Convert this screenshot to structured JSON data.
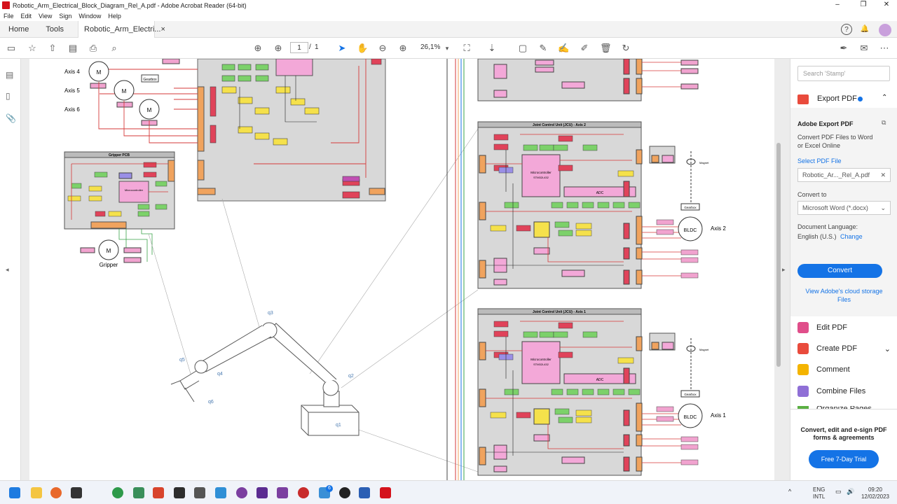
{
  "window": {
    "title": "Robotic_Arm_Electrical_Block_Diagram_Rel_A.pdf - Adobe Acrobat Reader (64-bit)"
  },
  "menu": [
    "File",
    "Edit",
    "View",
    "Sign",
    "Window",
    "Help"
  ],
  "tabs": {
    "home": "Home",
    "tools": "Tools",
    "doc": "Robotic_Arm_Electri...",
    "close": "×"
  },
  "toolbar": {
    "page_current": "1",
    "page_sep": "/",
    "page_total": "1",
    "zoom": "26,1%"
  },
  "diagram": {
    "axis_labels": [
      "Axis 4",
      "Axis 5",
      "Axis 6"
    ],
    "gripper_pcb": "Gripper PCB",
    "gripper": "Gripper",
    "motor": "M",
    "gearbox": "Gearbox",
    "bldc": "BLDC",
    "axis2": "Axis 2",
    "axis1": "Axis 1",
    "jcu2": "Joint Control Unit (JCU) - Axis 2",
    "jcu1": "Joint Control Unit (JCU) - Axis 1",
    "mcu": "Microcontroller",
    "mcu_part": "STM32L432",
    "adc": "ADC",
    "magnet": "Magnet",
    "arm_labels": {
      "q1": "q1",
      "q2": "q2",
      "q3": "q3",
      "q4": "q4",
      "q5": "q5",
      "q6": "q6"
    }
  },
  "panel": {
    "search_placeholder": "Search 'Stamp'",
    "export_title": "Export PDF",
    "adobe_export": "Adobe Export PDF",
    "desc1": "Convert PDF Files to Word",
    "desc2": "or Excel Online",
    "select_file": "Select PDF File",
    "file_name": "Robotic_Ar..._Rel_A.pdf",
    "convert_to": "Convert to",
    "format": "Microsoft Word (*.docx)",
    "doc_lang": "Document Language:",
    "lang": "English (U.S.)",
    "change": "Change",
    "convert_btn": "Convert",
    "cloud1": "View Adobe's cloud storage",
    "cloud2": "Files",
    "tools": [
      "Edit PDF",
      "Create PDF",
      "Comment",
      "Combine Files",
      "Organize Pages"
    ],
    "promo1": "Convert, edit and e-sign PDF",
    "promo2": "forms & agreements",
    "trial": "Free 7-Day Trial"
  },
  "taskbar": {
    "lang1": "ENG",
    "lang2": "INTL",
    "time": "09:20",
    "date": "12/02/2023",
    "badge": "6"
  },
  "colors": {
    "accent": "#1473e6",
    "acrobat_red": "#d4121b"
  }
}
